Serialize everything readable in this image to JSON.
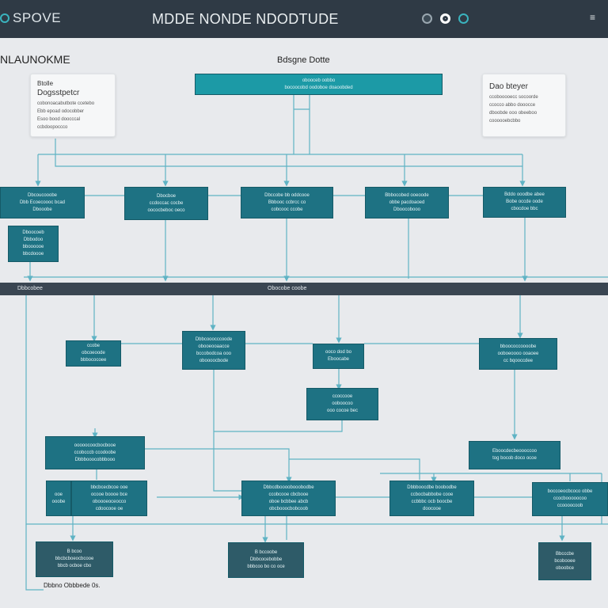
{
  "window": {
    "app_name": "SPOVE",
    "title": "MDDE NONDE NDODTUDE",
    "menu": "≡"
  },
  "headings": {
    "main": "NLAUNOKME",
    "top": "Bdsgne Dotte"
  },
  "cards": {
    "left": {
      "title_1": "Btolle",
      "title_2": "Dogsstpetcr",
      "lines": [
        "cobonoacabutbote ccetebo",
        "Ebb epoad odocobber",
        "Esoo bood doocccal",
        "ccbdoopoccco"
      ]
    },
    "right": {
      "title": "Dao bteyer",
      "lines": [
        "ccobooooecc socoorde",
        "ccocco abbo dooocce",
        "dboobde ooo obeeboo",
        "coooooebcbbo"
      ]
    }
  },
  "top_box": {
    "lines": [
      "obooceb oobbo",
      "bocoocobd oodoboe doaoobded"
    ]
  },
  "row1": [
    {
      "lines": [
        "Dbcoucooobe",
        "Dbb Ecoecoooc bcad",
        "Dbooobe"
      ]
    },
    {
      "lines": [
        "Dbocboe",
        "ccdoccac cocbe",
        "oococbeboc oeco"
      ]
    },
    {
      "lines": [
        "Dbccobe bb oddcooe",
        "Bbbooc ccbrcc co",
        "cobcooc ccobe"
      ]
    },
    {
      "lines": [
        "Bbbocobed ooeoode",
        "obbe pacdoaoed",
        "Dboocobooo"
      ]
    },
    {
      "lines": [
        "Bddo ooodbe abee",
        "Bobe occde oode",
        "cbocdoe bbc"
      ]
    }
  ],
  "side_box": {
    "lines": [
      "Dboocoeb",
      "Dbbodoo",
      "bboooooe",
      "bbcdoooe"
    ]
  },
  "band": {
    "left": "Dbbcobee",
    "center": "Obocobe coobe"
  },
  "row2": [
    {
      "lines": [
        "ccobe",
        "obcoeoode",
        "bbbococoee"
      ]
    },
    {
      "lines": [
        "Dbbcooocccoode",
        "obooeooaacce",
        "bccobodcoa ooo",
        "oboooocbode"
      ]
    },
    {
      "lines": [
        "ooco dod bo",
        "Eboocabe"
      ]
    },
    {
      "lines": [
        "bboococcoooobe",
        "ooboeoooo ooaoee",
        "cc bqooccdee"
      ]
    }
  ],
  "mid_box": {
    "lines": [
      "ccoccooe",
      "ooboocoo",
      "ooo cocoe bec"
    ]
  },
  "row3": [
    {
      "lines": [
        "ooooocoocbocbooe",
        "ccobcccb ccodoobe",
        "Dbbbooocobbbooo"
      ]
    },
    {
      "lines": [
        "Eboocdecbeoooccoo",
        "tog bocob doco ocoe"
      ]
    }
  ],
  "row4": [
    {
      "lines": [
        "ooe",
        "ooobe"
      ]
    },
    {
      "lines": [
        "bbcbcecbcoe ooe",
        "ocooe boooe bce",
        "oboooeoceocco",
        "cdoocooe oe"
      ]
    },
    {
      "lines": [
        "Dbbcdboooobooobodbe",
        "ccobcooe cbcbooe",
        "oboe bcbbee abcb",
        "obcbooocbobcoob"
      ]
    },
    {
      "lines": [
        "Dbbboocdbe boobodbe",
        "ccbocbabbobe cooe",
        "ccbbbc ocb boocbe",
        "doocooe"
      ]
    },
    {
      "lines": [
        "boccoeocbcoco obbe",
        "ccocbooooocoo",
        "ccoooocoob"
      ]
    }
  ],
  "row5": [
    {
      "lines": [
        "B bcoo",
        "bbcbcboeocbcooe",
        "bbcb ocboe cbo"
      ]
    },
    {
      "lines": [
        "B bccoobe",
        "Dbbcocebobbe",
        "bbbcoo bo co oce"
      ]
    },
    {
      "lines": [
        "Bbcccbe",
        "bcobooee",
        "oboobce"
      ]
    }
  ],
  "footer": "Dbbno Obbbede 0s.",
  "colors": {
    "topbar": "#2f3a45",
    "box": "#1e7283",
    "box_highlight": "#1c9aa6",
    "connector": "#5fb3c4",
    "accent": "#3ab3be"
  }
}
